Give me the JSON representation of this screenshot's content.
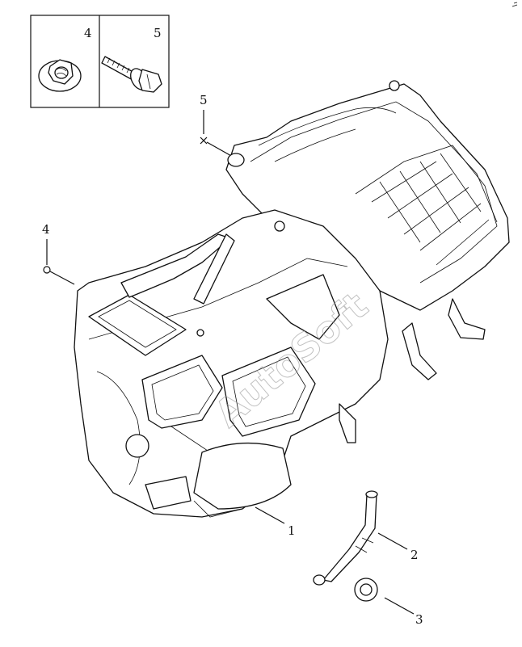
{
  "inset": {
    "label_left": "4",
    "label_right": "5"
  },
  "callouts": {
    "c1": "1",
    "c2": "2",
    "c3": "3",
    "c4": "4",
    "c5": "5"
  },
  "watermark": "AutoSoft",
  "icons": {
    "nut": "flange-nut-icon",
    "bolt": "flange-bolt-icon"
  }
}
